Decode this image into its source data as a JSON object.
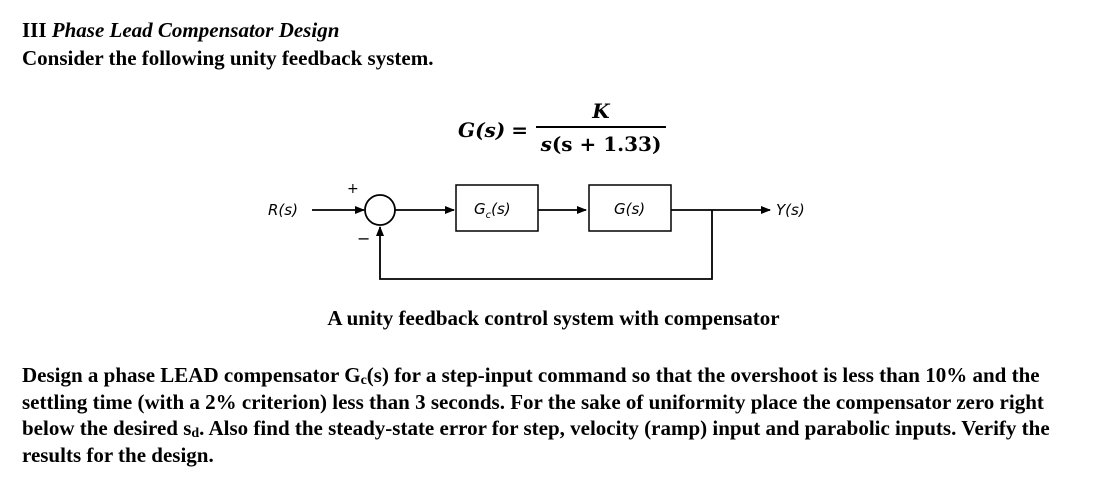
{
  "header": {
    "section_number": "III",
    "section_topic": "Phase Lead Compensator Design"
  },
  "intro": "Consider the following unity feedback system.",
  "transfer_function": {
    "lhs": "G(s)",
    "equals": "=",
    "numerator": "K",
    "denominator_var": "s",
    "denominator_rest": "(s + 1.33)"
  },
  "block_diagram": {
    "input_label": "R(s)",
    "output_label": "Y(s)",
    "plus_sign": "+",
    "minus_sign": "−",
    "compensator_label": "G",
    "compensator_subscript": "c",
    "compensator_arg": "(s)",
    "plant_label": "G(s)"
  },
  "caption": "A unity feedback control system with compensator",
  "task": {
    "part1": "Design a phase LEAD compensator G",
    "part1_sub": "c",
    "part2": "(s) for a step-input command so that the overshoot is less than 10% and the settling time (with a 2% criterion) less than 3 seconds. For the sake of uniformity place the compensator zero right below the desired s",
    "part2_sub": "d",
    "part3": ". Also find the steady-state error for step, velocity (ramp) input and parabolic inputs. Verify the results for the design."
  }
}
